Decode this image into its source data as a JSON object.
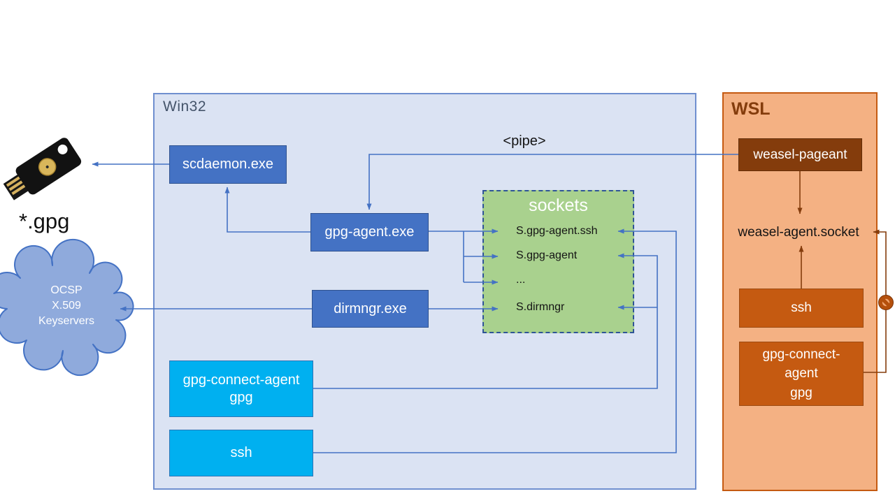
{
  "win32": {
    "label": "Win32",
    "nodes": {
      "scdaemon": "scdaemon.exe",
      "gpg_agent": "gpg-agent.exe",
      "dirmngr": "dirmngr.exe",
      "gpg_connect_line1": "gpg-connect-agent",
      "gpg_connect_line2": "gpg",
      "ssh": "ssh"
    },
    "sockets": {
      "title": "sockets",
      "entries": [
        "S.gpg-agent.ssh",
        "S.gpg-agent",
        "...",
        "S.dirmngr"
      ]
    }
  },
  "wsl": {
    "label": "WSL",
    "nodes": {
      "weasel_pageant": "weasel-pageant",
      "weasel_socket": "weasel-agent.socket",
      "ssh": "ssh",
      "gpg_connect_line1": "gpg-connect-",
      "gpg_connect_line2": "agent",
      "gpg_connect_line3": "gpg"
    }
  },
  "external": {
    "device_label": "*.gpg",
    "cloud": {
      "line1": "OCSP",
      "line2": "X.509",
      "line3": "Keyservers"
    }
  },
  "annotations": {
    "pipe": "<pipe>"
  },
  "icons": {
    "yubikey": "yubikey-icon",
    "cloud": "cloud-icon",
    "no_entry": "no-entry-icon"
  },
  "colors": {
    "win32_fill": "#dbe3f3",
    "win32_border": "#6f8fcf",
    "wsl_fill": "#f4b183",
    "wsl_border": "#c55a11",
    "blue_node": "#4472c4",
    "cyan_node": "#00b0f0",
    "brown_node": "#843c0c",
    "orange_node": "#c55a11",
    "sockets_fill": "#a9d18e",
    "blue_line": "#4472c4",
    "brown_line": "#843c0c",
    "win32_title_text": "#44546a",
    "wsl_title_text": "#843c0c"
  }
}
